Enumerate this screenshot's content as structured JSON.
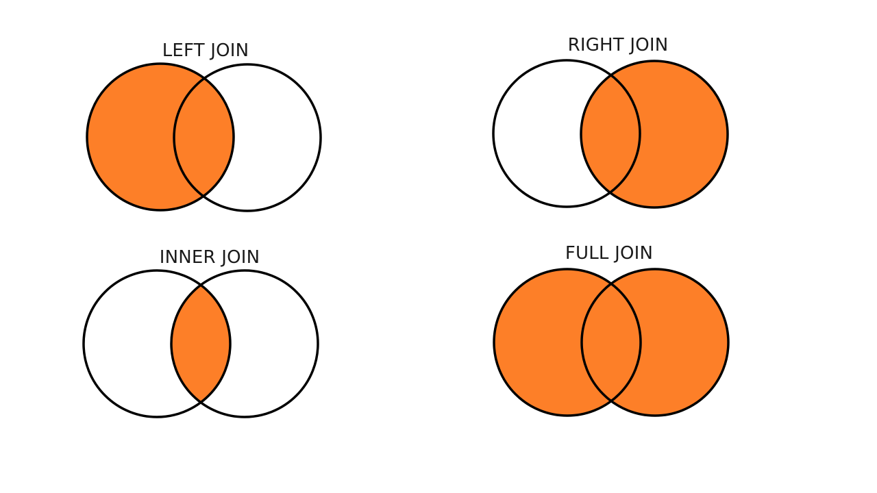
{
  "colors": {
    "fill": "#fd7f28",
    "stroke": "#000000",
    "background": "#ffffff"
  },
  "diagrams": [
    {
      "title": "LEFT JOIN",
      "shaded": "left"
    },
    {
      "title": "RIGHT JOIN",
      "shaded": "right"
    },
    {
      "title": "INNER JOIN",
      "shaded": "intersection"
    },
    {
      "title": "FULL JOIN",
      "shaded": "both"
    }
  ]
}
